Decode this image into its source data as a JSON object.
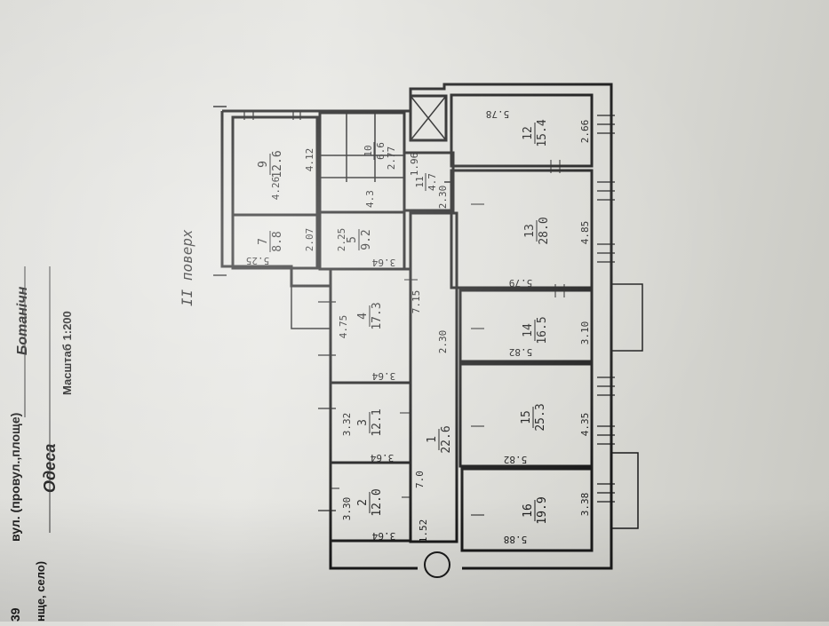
{
  "header": {
    "street_line": "вул. (провул.,площе)",
    "street_num": "39",
    "street_name": "Ботанічн",
    "settlement_line": "нще, село)",
    "city": "Одеса",
    "scale": "Масштаб 1:200",
    "floor": "II поверх"
  },
  "rooms": [
    {
      "num": "1",
      "area": "22.6"
    },
    {
      "num": "2",
      "area": "12.0"
    },
    {
      "num": "3",
      "area": "12.1"
    },
    {
      "num": "4",
      "area": "17.3"
    },
    {
      "num": "5",
      "area": "9.2"
    },
    {
      "num": "7",
      "area": "8.8"
    },
    {
      "num": "9",
      "area": "12.6"
    },
    {
      "num": "10",
      "area": "6.6"
    },
    {
      "num": "11",
      "area": "4.7"
    },
    {
      "num": "12",
      "area": "15.4"
    },
    {
      "num": "13",
      "area": "28.0"
    },
    {
      "num": "14",
      "area": "16.5"
    },
    {
      "num": "15",
      "area": "25.3"
    },
    {
      "num": "16",
      "area": "19.9"
    }
  ],
  "dimensions": {
    "d_3_30": "3.30",
    "d_3_64a": "3.64",
    "d_3_32": "3.32",
    "d_3_64b": "3.64",
    "d_4_75": "4.75",
    "d_3_64c": "3.64",
    "d_2_25": "2.25",
    "d_3_64d": "3.64",
    "d_2_07": "2.07",
    "d_4_26": "4.26",
    "d_4_12": "4.12",
    "d_2_77": "2.77",
    "d_2_30": "2.30",
    "d_1_96": "1.96",
    "d_5_78": "5.78",
    "d_2_66": "2.66",
    "d_4_85": "4.85",
    "d_5_79": "5.79",
    "d_3_10": "3.10",
    "d_5_82a": "5.82",
    "d_4_35": "4.35",
    "d_5_82b": "5.82",
    "d_3_38": "3.38",
    "d_5_88": "5.88",
    "d_7_15": "7.15",
    "d_2_30b": "2.30",
    "d_7_0": "7.0",
    "d_1_52": "1.52",
    "d_5_25": "5.25",
    "d_4_3": "4.3"
  }
}
